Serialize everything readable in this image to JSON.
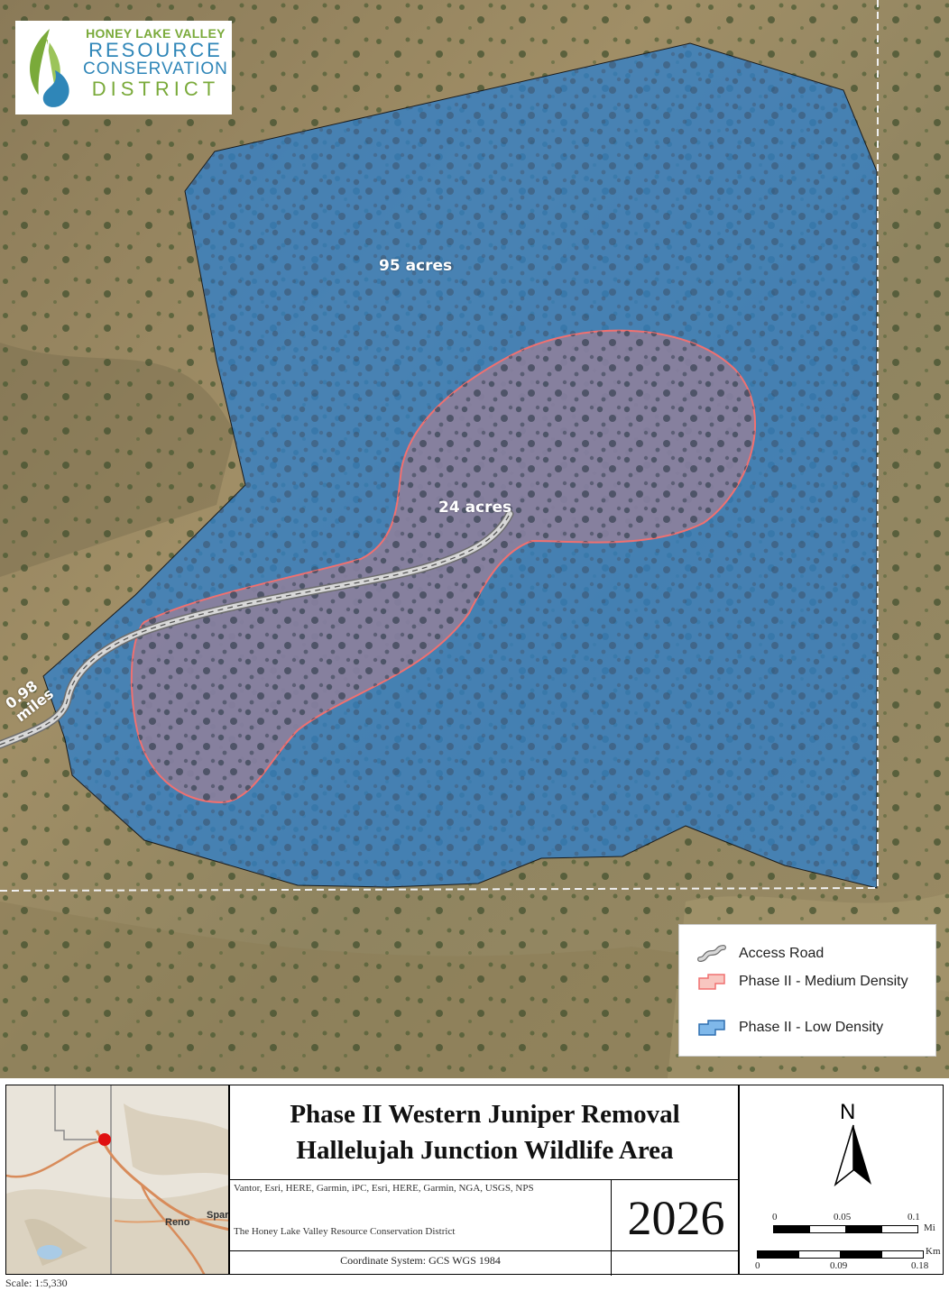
{
  "logo": {
    "line1": "HONEY LAKE VALLEY",
    "line2": "RESOURCE",
    "line3": "CONSERVATION",
    "line4": "DISTRICT",
    "icon": "leaf-water-drop-icon"
  },
  "map_labels": {
    "low_density_acres": "95 acres",
    "medium_density_acres": "24 acres",
    "road_distance_line1": "0.98",
    "road_distance_line2": "miles"
  },
  "legend": {
    "items": [
      {
        "label": "Access Road",
        "icon": "road-symbol-icon",
        "color": "#bdbdbd"
      },
      {
        "label": "Phase II - Medium Density",
        "icon": "polygon-symbol-icon",
        "color": "#f4a6a0"
      },
      {
        "label": "Phase II - Low Density",
        "icon": "polygon-symbol-icon",
        "color": "#5fa3dc"
      }
    ]
  },
  "colors": {
    "low_density_fill": "#2f7fc9",
    "medium_density_fill": "#9a8098",
    "medium_density_outline": "#f07070",
    "boundary_dashed": "#f0f0f0",
    "inset_location_marker": "#e01010"
  },
  "title": {
    "line1": "Phase II Western Juniper Removal",
    "line2": "Hallelujah Junction Wildlife Area"
  },
  "credits": "Vantor, Esri, HERE, Garmin, iPC, Esri, HERE, Garmin, NGA, USGS, NPS",
  "author": "The Honey Lake Valley Resource Conservation District",
  "year": "2026",
  "coordinate_system": "Coordinate System: GCS WGS 1984",
  "north_arrow": {
    "label": "N",
    "icon": "north-arrow-icon"
  },
  "scale_bar_miles": {
    "ticks": [
      "0",
      "0.05",
      "0.1"
    ],
    "unit": "Mi"
  },
  "scale_bar_km": {
    "ticks": [
      "0",
      "0.09",
      "0.18"
    ],
    "unit": "Km"
  },
  "scale_text": "Scale: 1:5,330",
  "inset": {
    "labels": [
      "Reno",
      "Spar"
    ]
  }
}
